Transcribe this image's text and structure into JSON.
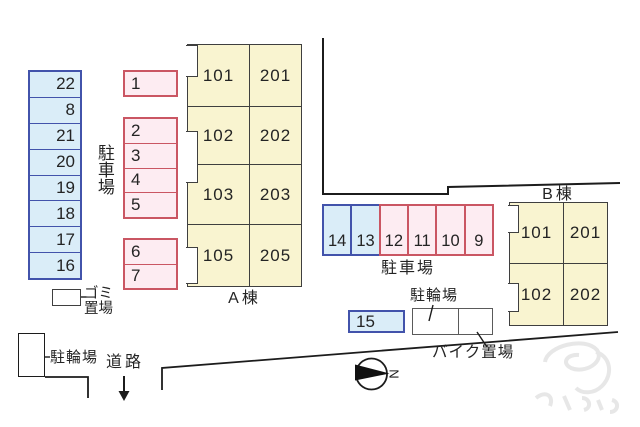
{
  "colors": {
    "blue_fill": "#daedf8",
    "blue_border": "#4253ab",
    "pink_fill": "#fdecf2",
    "pink_border": "#ca5663",
    "room_fill": "#f9f4d0",
    "room_border": "#3f3f3f",
    "line": "#1c1c1c",
    "text": "#242424",
    "gray_border": "#5a5a5a",
    "watermark": "#e7e7e7"
  },
  "parking_left": {
    "label": "駐車場",
    "spaces": [
      "22",
      "8",
      "21",
      "20",
      "19",
      "18",
      "17",
      "16"
    ]
  },
  "parking_numbered": {
    "group1": [
      "1"
    ],
    "group2": [
      "2",
      "3",
      "4",
      "5"
    ],
    "group3": [
      "6",
      "7"
    ]
  },
  "building_a": {
    "label": "A棟",
    "rooms": [
      [
        "101",
        "201"
      ],
      [
        "102",
        "202"
      ],
      [
        "103",
        "203"
      ],
      [
        "105",
        "205"
      ]
    ]
  },
  "building_b": {
    "label": "B棟",
    "rooms": [
      [
        "101",
        "201"
      ],
      [
        "102",
        "202"
      ]
    ]
  },
  "parking_middle": {
    "label": "駐車場",
    "blue_spaces": [
      "14",
      "13"
    ],
    "pink_spaces": [
      "12",
      "11",
      "10",
      "9"
    ]
  },
  "parking_space_15": "15",
  "areas": {
    "bicycle_middle": "駐輪場",
    "bike_storage": "バイク置場",
    "garbage_line1": "ゴミ",
    "garbage_line2": "置場",
    "bicycle_left": "駐輪場",
    "road": "道路"
  },
  "compass": {
    "north_letter": "N"
  }
}
